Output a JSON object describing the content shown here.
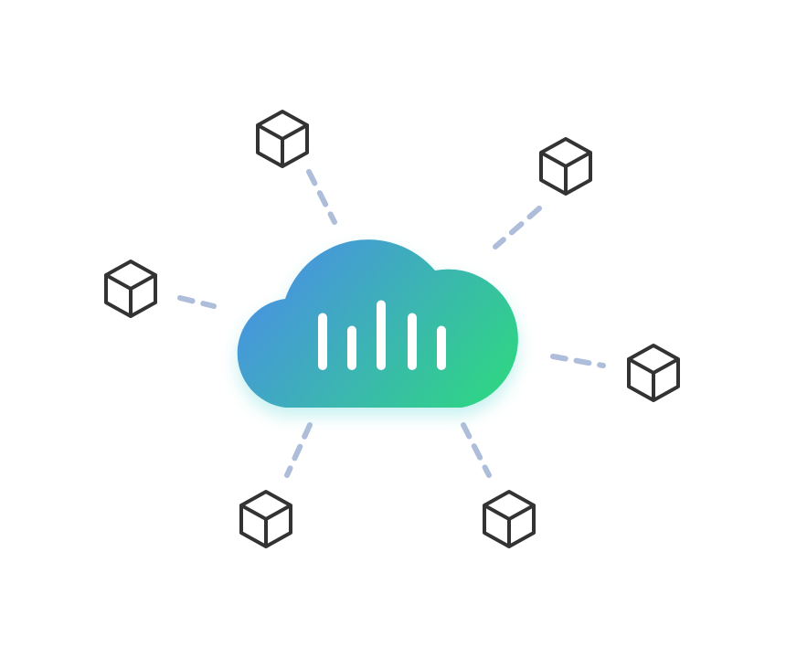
{
  "diagram": {
    "center": {
      "icon": "cloud-icon",
      "inner_icon": "signal-bars-icon",
      "bar_levels": [
        0.75,
        0.55,
        0.95,
        0.75,
        0.55
      ]
    },
    "nodes": [
      {
        "id": "top-left",
        "icon": "cube-icon"
      },
      {
        "id": "top-right",
        "icon": "cube-icon"
      },
      {
        "id": "left",
        "icon": "cube-icon"
      },
      {
        "id": "right",
        "icon": "cube-icon"
      },
      {
        "id": "bottom-left",
        "icon": "cube-icon"
      },
      {
        "id": "bottom-right",
        "icon": "cube-icon"
      }
    ],
    "connector_style": "dashed",
    "colors": {
      "gradient_start": "#4a8fe6",
      "gradient_end": "#2fd486",
      "connector": "#aebdd9",
      "cube_stroke": "#333333",
      "bars": "#ffffff",
      "glow": "#7fe0dd"
    }
  }
}
